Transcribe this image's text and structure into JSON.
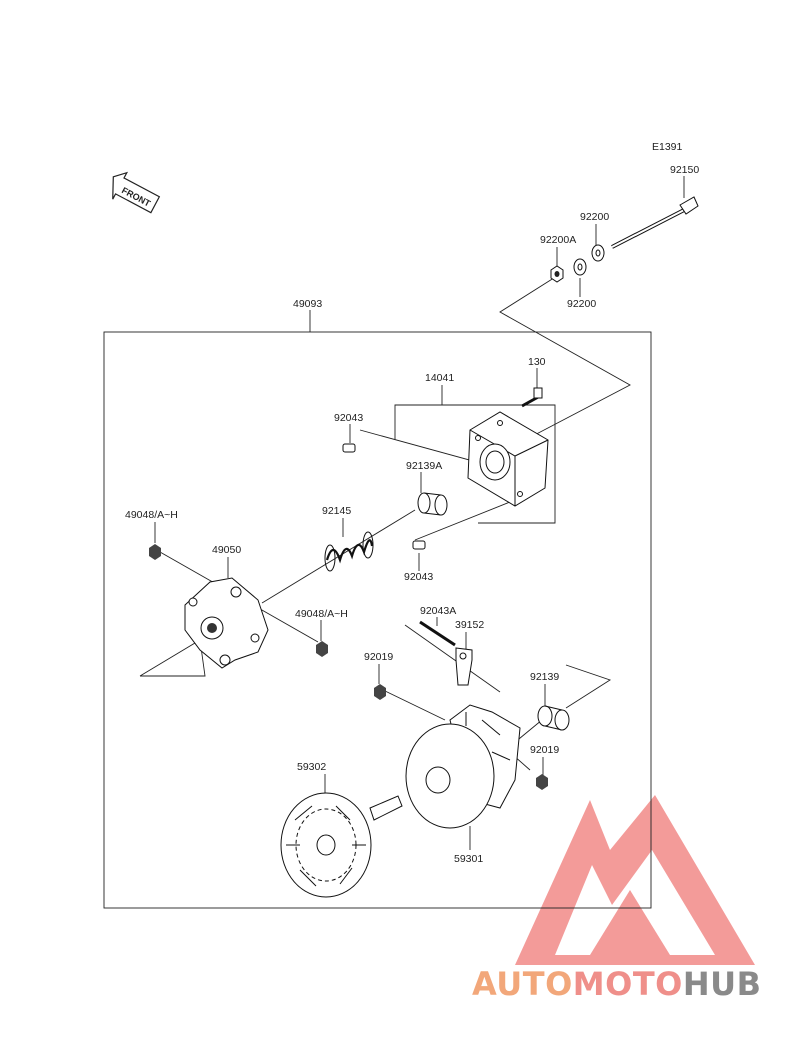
{
  "diagram": {
    "code": "E1391",
    "front_label": "FRONT",
    "assembly_label": "49093",
    "parts": [
      {
        "id": "92150"
      },
      {
        "id": "92200"
      },
      {
        "id": "92200A"
      },
      {
        "id": "92200"
      },
      {
        "id": "130"
      },
      {
        "id": "14041"
      },
      {
        "id": "92043"
      },
      {
        "id": "92139A"
      },
      {
        "id": "92145"
      },
      {
        "id": "92043"
      },
      {
        "id": "49048/A~H"
      },
      {
        "id": "49050"
      },
      {
        "id": "49048/A~H"
      },
      {
        "id": "92043A"
      },
      {
        "id": "39152"
      },
      {
        "id": "92019"
      },
      {
        "id": "92139"
      },
      {
        "id": "92019"
      },
      {
        "id": "59302"
      },
      {
        "id": "59301"
      }
    ]
  },
  "watermark": {
    "part1": "AUTO",
    "part2": "MOTO",
    "part3": "HUB",
    "colors": {
      "part1": "#f2a77a",
      "part2": "#ef8f8a",
      "part3": "#8a8a8a",
      "logo": "#ec6b68"
    }
  }
}
